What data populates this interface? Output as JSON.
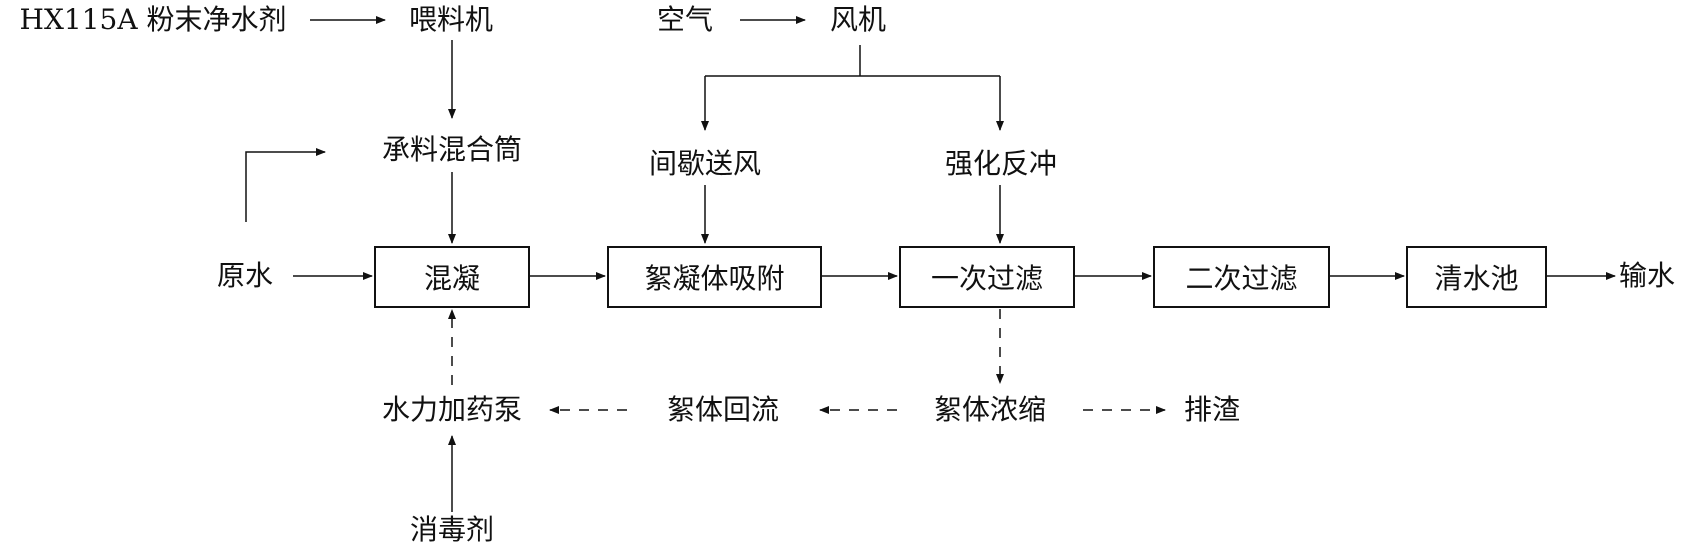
{
  "diagram": {
    "nodes": {
      "agent": "HX115A 粉末净水剂",
      "feeder": "喂料机",
      "mixing_drum": "承料混合筒",
      "raw_water": "原水",
      "coagulation": "混凝",
      "floc_adsorption": "絮凝体吸附",
      "primary_filtration": "一次过滤",
      "secondary_filtration": "二次过滤",
      "clear_water_tank": "清水池",
      "water_delivery": "输水",
      "air": "空气",
      "blower": "风机",
      "intermittent_air": "间歇送风",
      "enhanced_backwash": "强化反冲",
      "hydraulic_dosing_pump": "水力加药泵",
      "floc_reflux": "絮体回流",
      "floc_thickening": "絮体浓缩",
      "slag_discharge": "排渣",
      "disinfectant": "消毒剂"
    },
    "edges": [
      {
        "from": "agent",
        "to": "feeder",
        "style": "solid"
      },
      {
        "from": "feeder",
        "to": "mixing_drum",
        "style": "solid"
      },
      {
        "from": "raw_water",
        "to": "mixing_drum",
        "style": "solid"
      },
      {
        "from": "mixing_drum",
        "to": "coagulation",
        "style": "solid"
      },
      {
        "from": "raw_water",
        "to": "coagulation",
        "style": "solid"
      },
      {
        "from": "coagulation",
        "to": "floc_adsorption",
        "style": "solid"
      },
      {
        "from": "floc_adsorption",
        "to": "primary_filtration",
        "style": "solid"
      },
      {
        "from": "primary_filtration",
        "to": "secondary_filtration",
        "style": "solid"
      },
      {
        "from": "secondary_filtration",
        "to": "clear_water_tank",
        "style": "solid"
      },
      {
        "from": "clear_water_tank",
        "to": "water_delivery",
        "style": "solid"
      },
      {
        "from": "air",
        "to": "blower",
        "style": "solid"
      },
      {
        "from": "blower",
        "to": "intermittent_air",
        "style": "solid"
      },
      {
        "from": "blower",
        "to": "enhanced_backwash",
        "style": "solid"
      },
      {
        "from": "intermittent_air",
        "to": "floc_adsorption",
        "style": "solid"
      },
      {
        "from": "enhanced_backwash",
        "to": "primary_filtration",
        "style": "solid"
      },
      {
        "from": "primary_filtration",
        "to": "floc_thickening",
        "style": "dashed"
      },
      {
        "from": "floc_thickening",
        "to": "floc_reflux",
        "style": "dashed"
      },
      {
        "from": "floc_thickening",
        "to": "slag_discharge",
        "style": "dashed"
      },
      {
        "from": "floc_reflux",
        "to": "hydraulic_dosing_pump",
        "style": "dashed"
      },
      {
        "from": "hydraulic_dosing_pump",
        "to": "coagulation",
        "style": "dashed"
      },
      {
        "from": "disinfectant",
        "to": "hydraulic_dosing_pump",
        "style": "solid"
      }
    ]
  }
}
